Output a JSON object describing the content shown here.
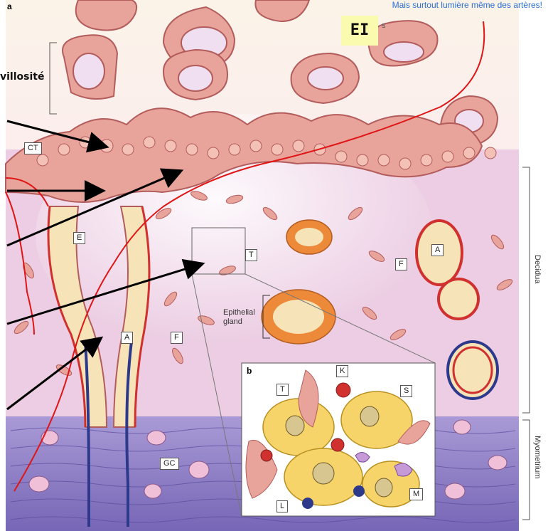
{
  "figure": {
    "panel_a": "a",
    "panel_b": "b",
    "note": "Mais surtout lumière même des artères!",
    "ei_label": "EI",
    "truncated_s": "s",
    "villosite": "villosité",
    "labels": {
      "ct": "CT",
      "e": "E",
      "t": "T",
      "a_left": "A",
      "f_left": "F",
      "a_right": "A",
      "f_right": "F",
      "gc": "GC",
      "gland_line1": "Epithelial",
      "gland_line2": "gland",
      "decidua": "Decidua",
      "myometrium": "Myometrium"
    },
    "inset_labels": {
      "t": "T",
      "k": "K",
      "s": "S",
      "l": "L",
      "m": "M"
    }
  },
  "colors": {
    "decidua_bg": "#f3d9e8",
    "myometrium_bg": "#8c7bc4",
    "trophoblast": "#e8a39a",
    "artery_red": "#d0302e",
    "vein_blue": "#2d3a8c",
    "gland_orange": "#ec8a3a",
    "arrow": "#000000",
    "annotation_red": "#e01515"
  }
}
